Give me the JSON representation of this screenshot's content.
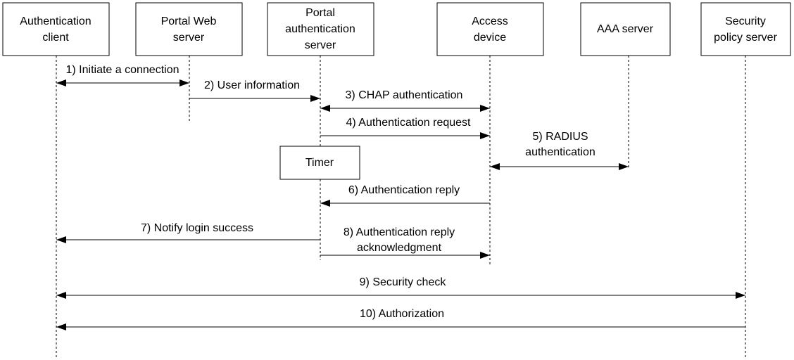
{
  "participants": {
    "auth_client": {
      "line1": "Authentication",
      "line2": "client"
    },
    "portal_web": {
      "line1": "Portal Web",
      "line2": "server"
    },
    "portal_auth": {
      "line1": "Portal",
      "line2": "authentication",
      "line3": "server"
    },
    "access_device": {
      "line1": "Access",
      "line2": "device"
    },
    "aaa_server": {
      "line1": "AAA server"
    },
    "security_policy": {
      "line1": "Security",
      "line2": "policy server"
    }
  },
  "timer_label": "Timer",
  "messages": {
    "m1": "1) Initiate a connection",
    "m2": "2) User information",
    "m3": "3) CHAP authentication",
    "m4": "4) Authentication request",
    "m5_line1": "5) RADIUS",
    "m5_line2": "authentication",
    "m6": "6) Authentication reply",
    "m7": "7) Notify login success",
    "m8_line1": "8) Authentication reply",
    "m8_line2": "acknowledgment",
    "m9": "9) Security check",
    "m10": "10) Authorization"
  }
}
